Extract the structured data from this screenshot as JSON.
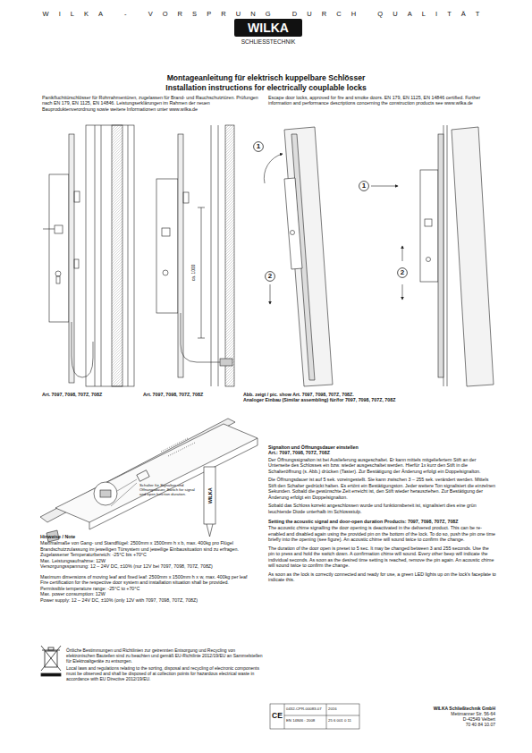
{
  "diagram": {
    "title": "Montageanleitung für elektrisch kuppelbare Schlösser",
    "nodes": [
      {
        "text": [
          "1"
        ]
      },
      {
        "text": [
          "2"
        ]
      },
      {
        "text": [
          "1"
        ]
      },
      {
        "text": [
          "2"
        ]
      }
    ],
    "labels": [
      "WILKA - VORSPRUNG DURCH QUALITÄT",
      "WILKA",
      "SCHLIESSTECHNIK",
      "Installation instructions for electrically couplable locks",
      "Panikfluchttürschlösser für Rohrrahmentüren, zugelassen für Brand- und Rauchschutztüren. Prüfungen nach EN 179, EN 1125, EN 14846. Leistungserklärungen im Rahmen der neuen Bauproduktenverordnung sowie weitere Informationen unter www.wilka.de",
      "Escape door locks, approved for fire and smoke doors. EN 179, EN 1125, EN 14846 certified. Further information and performance descriptions concerning the construction products see www.wilka.de",
      "Art. 7097, 7098, 707Z, 708Z",
      "Art. 7097, 7098, 707Z, 708Z",
      "Abb. zeigt / pic. show Art. 7097, 7098, 707Z, 708Z.",
      "Analoger Einbau (Similar assembling) für/for 7097, 7098, 707Z, 708Z",
      "ca. 1000",
      "Schalter für Signalton und Öffnungsdauer. Switch for signal and open function duration.",
      "WILKA",
      "Hinweise / Note",
      "Maximalmaße von Gang- und Standflügel: 2500mm x 1500mm h x b, max. 400kg pro Flügel",
      "Brandschutzzulassung im jeweiligen Türsystem und jeweilige Einbausituation sind zu erfragen.",
      "Zugelassener Temperaturbereich: -25°C bis +70°C",
      "Max. Leistungsaufnahme: 12W",
      "Versorgungsspannung: 12 – 24V DC, ±10% (nur 12V bei 7097, 7098, 707Z, 708Z)",
      "Maximum dimensions of moving leaf and fixed leaf: 2500mm x 1500mm h x w, max. 400kg per leaf",
      "Fire certification for the respective door system and installation situation shall be provided.",
      "Permissible temperature range: -25°C to +70°C",
      "Max. power consumption: 12W",
      "Power supply: 12 – 24V DC, ±10% (only 12V with 7097, 7098, 707Z, 708Z)",
      "Örtliche Bestimmungen und Richtlinien zur getrennten Entsorgung und Recycling von elektronischen Bauteilen sind zu beachten und gemäß EU-Richtlinie 2012/19/EU an Sammelstellen für Elektroaltgeräte zu entsorgen.",
      "Local laws and regulations relating to the sorting, disposal and recycling of electronic components must be observed and shall be disposed of at collection points for hazardous electrical waste in accordance with EU Directive 2012/19/EU.",
      "Signalton und Öffnungsdauer einstellen",
      "Art.: 7097, 7098, 707Z, 708Z",
      "Der Öffnungssignalton ist bei Auslieferung ausgeschaltet. Er kann mittels mitgeliefertem Stift an der Unterseite des Schlosses ein bzw. wieder ausgeschaltet werden. Hierfür 1x kurz den Stift in die Schalteröffnung (s. Abb.) drücken (Taster). Zur Bestätigung der Änderung erfolgt ein Doppelsignalton.",
      "Die Öffnungsdauer ist auf 5 sek. voreingestellt. Sie kann zwischen 3 – 255 sek. verändert werden. Mittels Stift den Schalter gedrückt halten. Es ertönt ein Bestätigungston. Jeder weitere Ton signalisiert die einzelnen Sekunden. Sobald die gewünschte Zeit erreicht ist, den Stift wieder herausziehen. Zur Bestätigung der Änderung erfolgt ein Doppelsignalton.",
      "Sobald das Schloss korrekt angeschlossen wurde und funktionsbereit ist, signalisiert dies eine grün leuchtende Diode unterhalb im Schlossstulp.",
      "Setting the acoustic signal and door-open duration Products: 7097, 7098, 707Z, 708Z",
      "The acoustic chime signalling the door opening is deactivated in the delivered product. This can be re-enabled and disabled again using the provided pin on the bottom of the lock. To do so, push the pin one time briefly into the opening (see figure). An acoustic chime will sound twice to confirm the change.",
      "The duration of the door open is preset to 5 sec. It may be changed between 3 and 255 seconds. Use the pin to press and hold the switch down. A confirmation chime will sound. Every other beep will indicate the individual seconds. As soon as the desired time setting is reached, remove the pin again. An acoustic chime will sound twice to confirm the change.",
      "As soon as the lock is correctly connected and ready for use, a green LED lights up on the lock's faceplate to indicate this.",
      "CE",
      "0432-CPR-00083-07",
      "2016",
      "EN 14846 : 2008",
      "25 6 001 0 11",
      "WILKA Schließtechnik GmbH",
      "Mettmanner Str. 56-64",
      "D-42549 Velbert",
      "70 40 84 10.07"
    ]
  }
}
